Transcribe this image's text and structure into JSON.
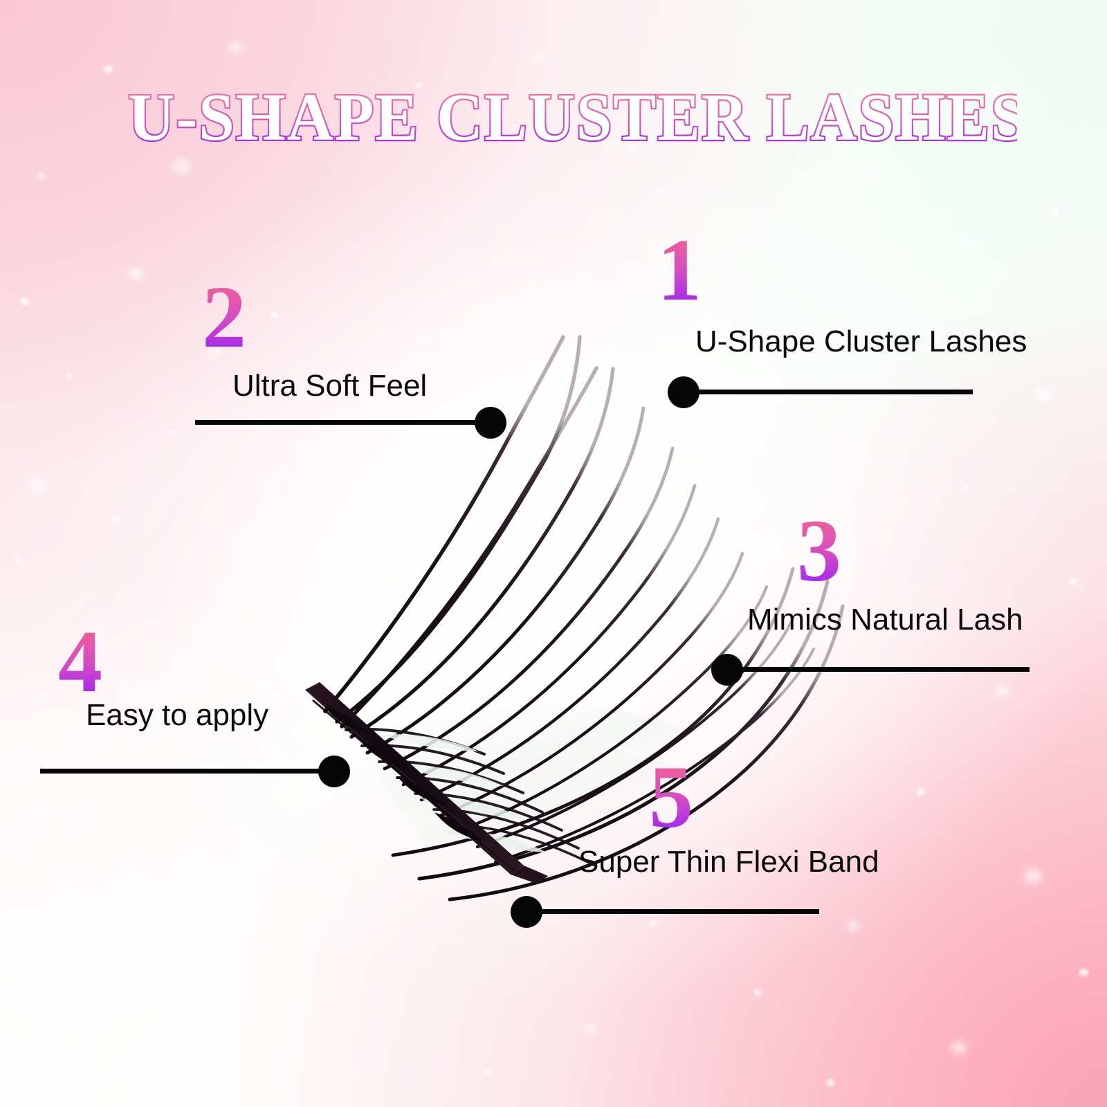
{
  "page": {
    "title": "U-SHAPE CLUSTER LASHES",
    "background_colors": {
      "top_left_pink": "#fad5dc",
      "top_right_mint": "#f5fbf7",
      "bottom_left_white": "#fffdfd",
      "bottom_right_pink": "#fba9b8"
    }
  },
  "title": {
    "text": "U-SHAPE CLUSTER LASHES",
    "fill": "#ffffff",
    "stroke_top": "#ee6f9a",
    "stroke_bottom": "#9b2bdd"
  },
  "number_gradient": {
    "top": "#f36a9d",
    "bottom": "#9b22ee"
  },
  "callouts": [
    {
      "number": "1",
      "label": "U-Shape Cluster Lashes",
      "dot_color": "#060606",
      "line_direction": "right"
    },
    {
      "number": "2",
      "label": "Ultra Soft Feel",
      "dot_color": "#060606",
      "line_direction": "left"
    },
    {
      "number": "3",
      "label": "Mimics Natural Lash",
      "dot_color": "#060606",
      "line_direction": "right"
    },
    {
      "number": "4",
      "label": "Easy to apply",
      "dot_color": "#060606",
      "line_direction": "left"
    },
    {
      "number": "5",
      "label": "Super Thin Flexi Band",
      "dot_color": "#060606",
      "line_direction": "right"
    }
  ],
  "product": {
    "name": "u-shape-cluster-lash",
    "band_color": "#15090f",
    "fiber_color": "#1a1016"
  }
}
